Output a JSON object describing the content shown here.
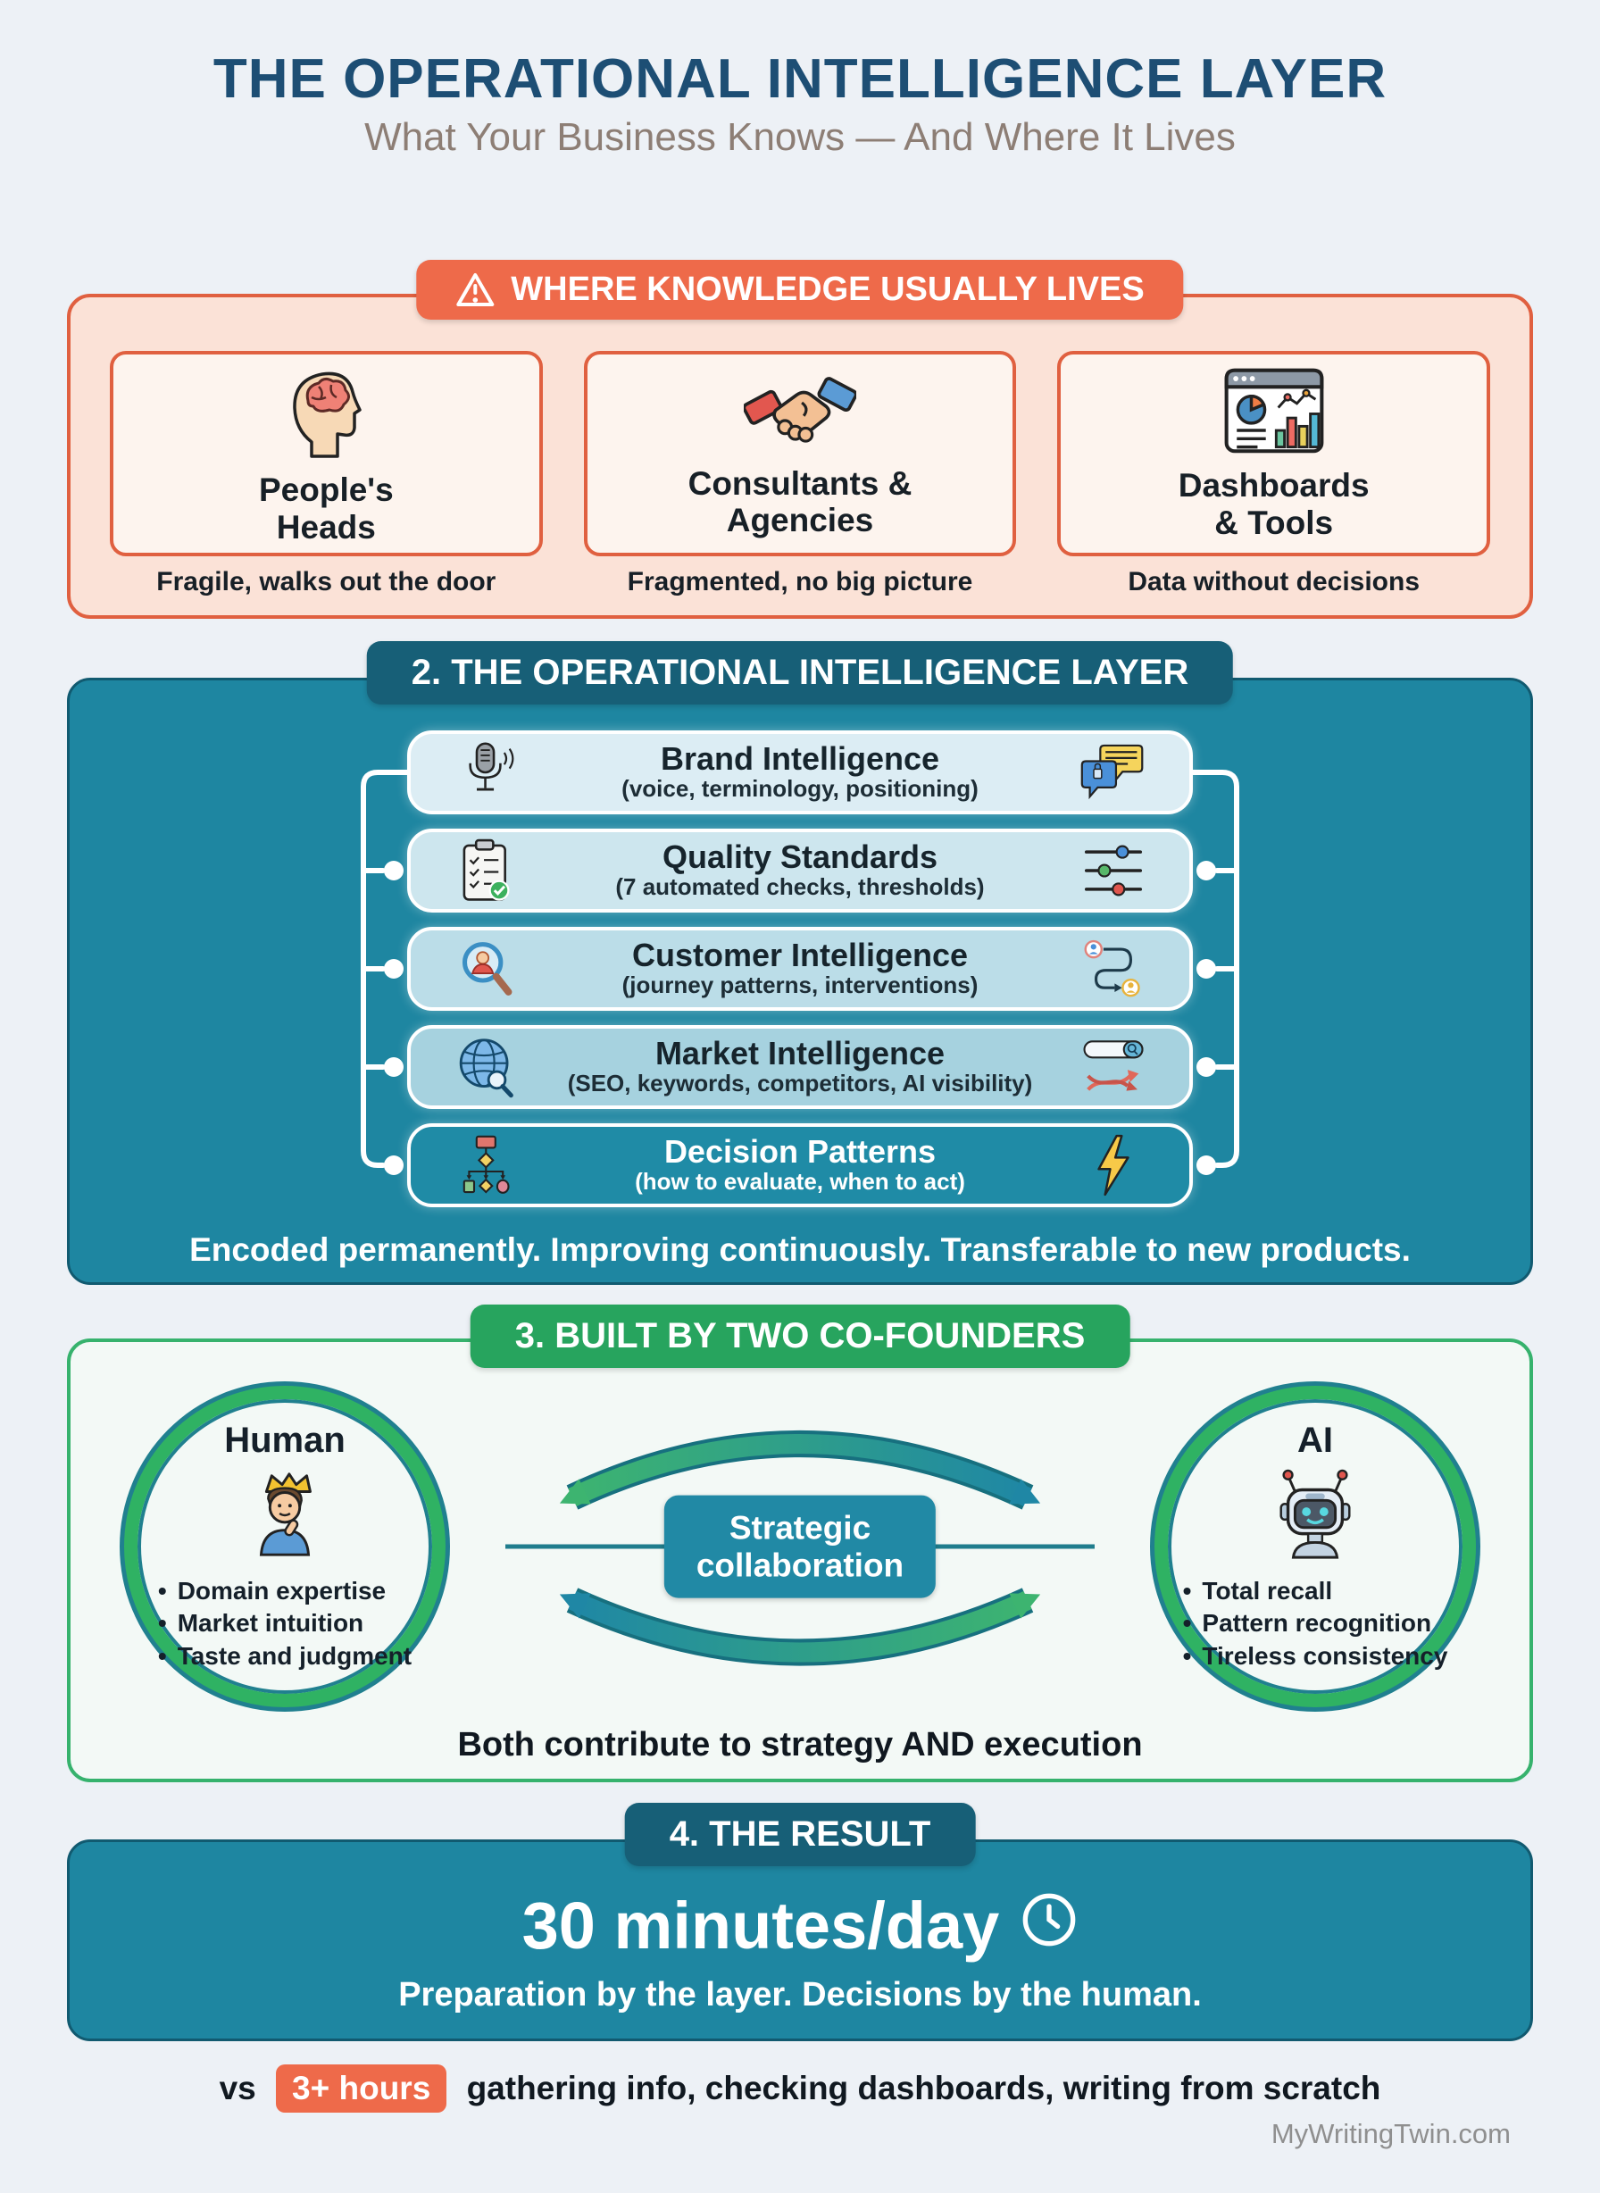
{
  "page": {
    "title": "THE OPERATIONAL INTELLIGENCE LAYER",
    "subtitle": "What Your Business Knows — And Where It Lives",
    "footer": "MyWritingTwin.com"
  },
  "colors": {
    "accent_orange": "#ee6a4a",
    "teal_panel": "#1e86a1",
    "dark_teal_pill": "#175f77",
    "green_pill": "#27a45e",
    "title_navy": "#1d4e74"
  },
  "section1": {
    "header": "WHERE KNOWLEDGE USUALLY LIVES",
    "header_icon": "warning-icon",
    "cards": [
      {
        "icon": "head-brain-icon",
        "line1": "People's",
        "line2": "Heads",
        "caption": "Fragile, walks out the door"
      },
      {
        "icon": "handshake-icon",
        "line1": "Consultants &",
        "line2": "Agencies",
        "caption": "Fragmented, no big picture"
      },
      {
        "icon": "dashboard-icon",
        "line1": "Dashboards",
        "line2": "& Tools",
        "caption": "Data without decisions"
      }
    ]
  },
  "section2": {
    "header": "2. THE OPERATIONAL INTELLIGENCE LAYER",
    "rows": [
      {
        "left_icon": "microphone-icon",
        "right_icon": "chat-bubbles-icon",
        "title": "Brand Intelligence",
        "subtitle": "(voice, terminology, positioning)"
      },
      {
        "left_icon": "clipboard-checks-icon",
        "right_icon": "sliders-icon",
        "title": "Quality Standards",
        "subtitle": "(7 automated checks, thresholds)"
      },
      {
        "left_icon": "magnifier-person-icon",
        "right_icon": "journey-path-icon",
        "title": "Customer Intelligence",
        "subtitle": "(journey patterns, interventions)"
      },
      {
        "left_icon": "globe-search-icon",
        "right_icon": "search-arrows-icon",
        "title": "Market Intelligence",
        "subtitle": "(SEO, keywords, competitors, AI visibility)"
      },
      {
        "left_icon": "decision-tree-icon",
        "right_icon": "lightning-icon",
        "title": "Decision Patterns",
        "subtitle": "(how to evaluate, when to act)"
      }
    ],
    "footer": "Encoded permanently. Improving continuously. Transferable to new products."
  },
  "section3": {
    "header": "3. BUILT BY TWO CO-FOUNDERS",
    "human": {
      "title": "Human",
      "icon": "human-founder-icon",
      "bullets": [
        "Domain expertise",
        "Market intuition",
        "Taste and judgment"
      ]
    },
    "ai": {
      "title": "AI",
      "icon": "robot-icon",
      "bullets": [
        "Total recall",
        "Pattern recognition",
        "Tireless consistency"
      ]
    },
    "center_line1": "Strategic",
    "center_line2": "collaboration",
    "caption": "Both contribute to strategy AND execution"
  },
  "section4": {
    "header": "4. THE RESULT",
    "result": "30 minutes/day",
    "result_icon": "clock-icon",
    "subline": "Preparation by the layer. Decisions by the human.",
    "vs_prefix": "vs",
    "vs_badge": "3+ hours",
    "vs_suffix": "gathering info, checking dashboards, writing from scratch"
  }
}
